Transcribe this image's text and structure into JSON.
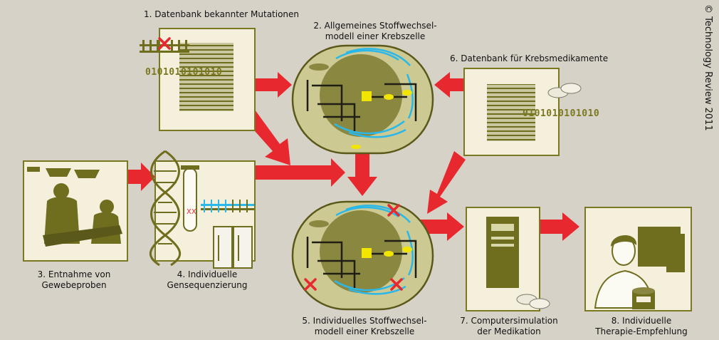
{
  "steps": {
    "s1": "1. Datenbank bekannter Mutationen",
    "s2": [
      "2. Allgemeines Stoffwechsel-",
      "modell einer Krebszelle"
    ],
    "s3": [
      "3. Entnahme von",
      "Gewebeproben"
    ],
    "s4": [
      "4. Individuelle",
      "Gensequenzierung"
    ],
    "s5": [
      "5. Individuelles Stoffwechsel-",
      "modell einer Krebszelle"
    ],
    "s6": "6. Datenbank für Krebsmedikamente",
    "s7": [
      "7. Computersimulation",
      "der Medikation"
    ],
    "s8": [
      "8. Individuelle",
      "Therapie-Empfehlung"
    ]
  },
  "binary": "0101010101010",
  "copyright": "© Technology Review 2011",
  "colors": {
    "background": "#d7d2c8",
    "panel": "#f4f0dc",
    "panel_border": "#7a7820",
    "olive": "#6f6d1e",
    "arrow": "#e8282f",
    "cell_fill": "#ccc993",
    "nucleus": "#8a8740",
    "path_blue": "#2bb8e8",
    "highlight_yellow": "#f2e600"
  }
}
